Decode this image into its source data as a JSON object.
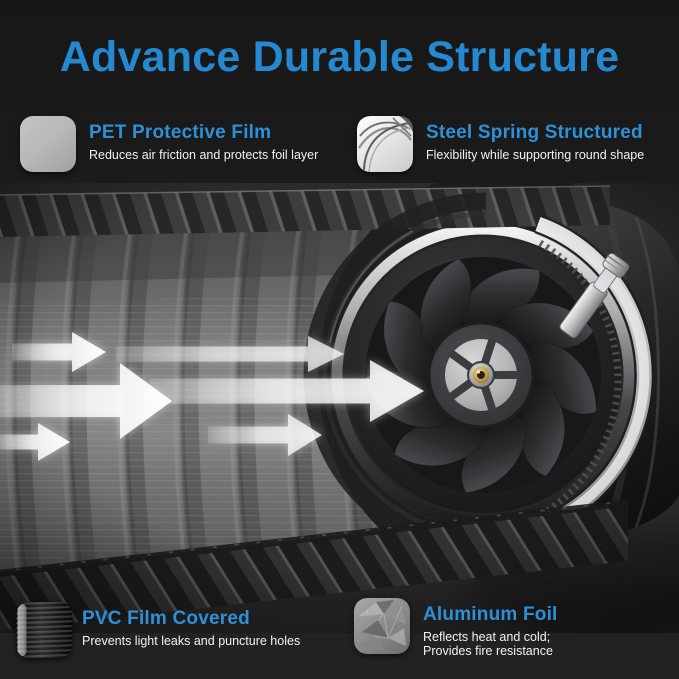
{
  "page": {
    "title": "Advance Durable Structure"
  },
  "colors": {
    "background": "#1c1b1b",
    "title_blue": "#2489d0",
    "heading_blue": "#2e90d6",
    "body_text": "#f2f2f2",
    "arrow_white": "#ffffff",
    "fan_hub_gold": "#c09a3e"
  },
  "features": {
    "pet": {
      "title": "PET Protective Film",
      "desc": "Reduces air friction and protects foil layer",
      "icon": "pet-film-texture-icon"
    },
    "spring": {
      "title": "Steel Spring Structured",
      "desc": "Flexibility while supporting round shape",
      "icon": "steel-spring-icon"
    },
    "pvc": {
      "title": "PVC Film Covered",
      "desc": "Prevents light leaks and puncture holes",
      "icon": "pvc-ribbed-duct-icon"
    },
    "foil": {
      "title": "Aluminum Foil",
      "desc": "Reflects heat and cold;",
      "desc2": "Provides fire resistance",
      "icon": "crumpled-aluminum-foil-icon"
    }
  },
  "illustration": {
    "description": "Cut-away flexible insulated duct with inline duct fan, hose clamp and white airflow arrows pointing right",
    "airflow_arrow_count": 6
  }
}
